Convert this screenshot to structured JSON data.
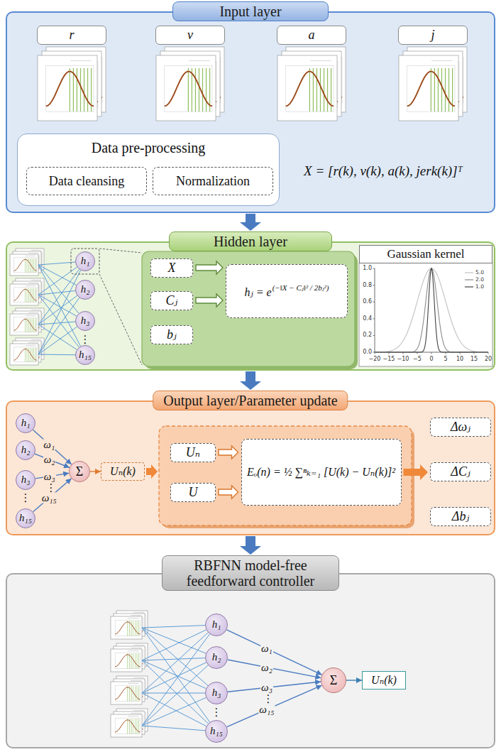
{
  "diagram": {
    "nodes": [
      {
        "text": [
          "Input layer"
        ]
      },
      {
        "text": [
          "r"
        ],
        "in": 0
      },
      {
        "text": [
          "v"
        ],
        "in": 0
      },
      {
        "text": [
          "a"
        ],
        "in": 0
      },
      {
        "text": [
          "j"
        ],
        "in": 0
      },
      {
        "text": [
          "Data pre-processing"
        ],
        "in": 0
      },
      {
        "text": [
          "Data cleansing"
        ],
        "in": 5
      },
      {
        "text": [
          "Normalization"
        ],
        "in": 5
      },
      {
        "text": [
          "Hidden layer"
        ]
      },
      {
        "text": [
          "h₁"
        ],
        "in": 8
      },
      {
        "text": [
          "h₂"
        ],
        "in": 8
      },
      {
        "text": [
          "h₃"
        ],
        "in": 8
      },
      {
        "text": [
          "h₁₅"
        ],
        "in": 8
      },
      {
        "text": [
          "X"
        ],
        "in": 8
      },
      {
        "text": [
          "Cⱼ"
        ],
        "in": 8
      },
      {
        "text": [
          "bⱼ"
        ],
        "in": 8
      },
      {
        "text": [
          "hⱼ = e",
          "(−‖X − Cⱼ‖² / 2bⱼ²)"
        ],
        "in": 8
      },
      {
        "text": [
          "Gaussian kernel"
        ],
        "in": 8
      },
      {
        "text": [
          "Output layer/Parameter update"
        ]
      },
      {
        "text": [
          "h₁"
        ],
        "in": 18
      },
      {
        "text": [
          "h₂"
        ],
        "in": 18
      },
      {
        "text": [
          "h₃"
        ],
        "in": 18
      },
      {
        "text": [
          "h₁₅"
        ],
        "in": 18
      },
      {
        "text": [
          "Σ"
        ],
        "in": 18
      },
      {
        "text": [
          "Uₙ(k)"
        ],
        "in": 18
      },
      {
        "text": [
          "Uₙ"
        ],
        "in": 18
      },
      {
        "text": [
          "U"
        ],
        "in": 18
      },
      {
        "text": [
          "Eₒ(n) = ½ ∑ⁿₖ₌₁ [U(k) − Uₙ(k)]²"
        ],
        "in": 18
      },
      {
        "text": [
          "Δωⱼ"
        ],
        "in": 18
      },
      {
        "text": [
          "ΔCⱼ"
        ],
        "in": 18
      },
      {
        "text": [
          "Δbⱼ"
        ],
        "in": 18
      },
      {
        "text": [
          "RBFNN model-free feedforward controller"
        ]
      },
      {
        "text": [
          "h₁"
        ],
        "in": 31
      },
      {
        "text": [
          "h₂"
        ],
        "in": 31
      },
      {
        "text": [
          "h₃"
        ],
        "in": 31
      },
      {
        "text": [
          "h₁₅"
        ],
        "in": 31
      },
      {
        "text": [
          "Σ"
        ],
        "in": 31
      },
      {
        "text": [
          "Uₙ(k)"
        ],
        "in": 31
      }
    ],
    "edges": [
      {
        "from": 0,
        "to": 8,
        "arrow": "to"
      },
      {
        "from": 8,
        "to": 18,
        "arrow": "to"
      },
      {
        "from": 18,
        "to": 31,
        "arrow": "to"
      },
      {
        "from": 13,
        "to": 16,
        "arrow": "to"
      },
      {
        "from": 14,
        "to": 16,
        "arrow": "to"
      },
      {
        "from": 19,
        "to": 23,
        "label": "ω₁",
        "arrow": "to"
      },
      {
        "from": 20,
        "to": 23,
        "label": "ω₂",
        "arrow": "to"
      },
      {
        "from": 21,
        "to": 23,
        "label": "ω₃",
        "arrow": "to"
      },
      {
        "from": 22,
        "to": 23,
        "label": "ω₁₅",
        "arrow": "to"
      },
      {
        "from": 23,
        "to": 24,
        "arrow": "to"
      },
      {
        "from": 25,
        "to": 27,
        "arrow": "to"
      },
      {
        "from": 26,
        "to": 27,
        "arrow": "to"
      },
      {
        "from": 27,
        "to": 29,
        "arrow": "to"
      },
      {
        "from": 32,
        "to": 36,
        "label": "ω₁",
        "arrow": "to"
      },
      {
        "from": 33,
        "to": 36,
        "label": "ω₂",
        "arrow": "to"
      },
      {
        "from": 34,
        "to": 36,
        "label": "ω₃",
        "arrow": "to"
      },
      {
        "from": 35,
        "to": 36,
        "label": "ω₁₅",
        "arrow": "to"
      },
      {
        "from": 36,
        "to": 37,
        "arrow": "to"
      }
    ],
    "labels": [
      "X = [r(k), v(k), a(k), jerk(k)]ᵀ",
      "⋮",
      "1.0",
      "0.8",
      "0.6",
      "0.4",
      "0.2",
      "0.0",
      "−20",
      "−15",
      "−10",
      "−5",
      "0",
      "5",
      "10",
      "15",
      "20",
      "⋮",
      "⋮",
      "⋮",
      "⋮"
    ],
    "legend": [
      {
        "text": "5.0"
      },
      {
        "text": "2.0"
      },
      {
        "text": "1.0"
      }
    ]
  }
}
